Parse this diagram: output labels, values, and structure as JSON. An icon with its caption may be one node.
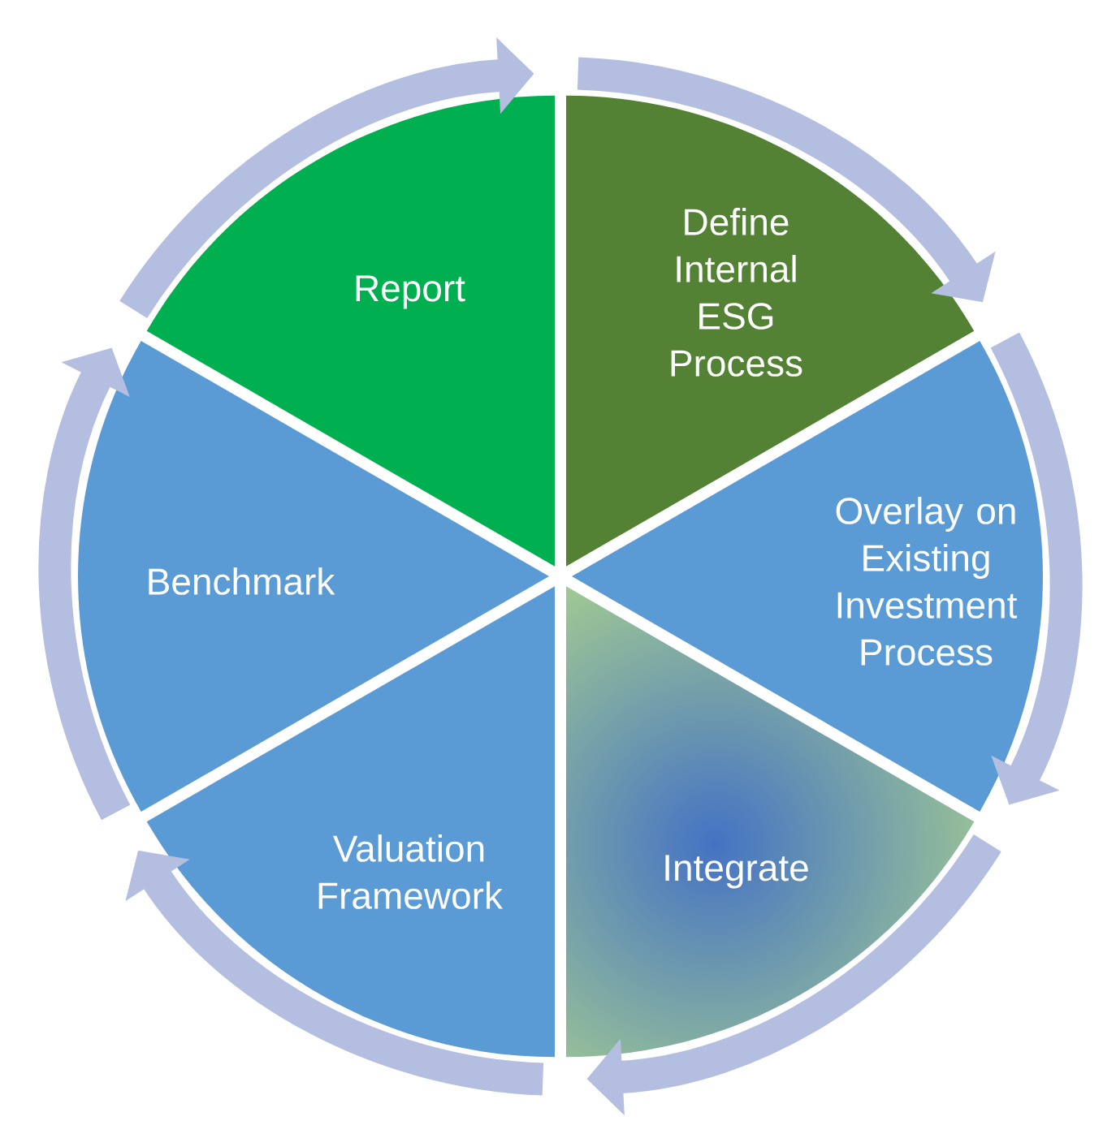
{
  "diagram": {
    "nodes": [
      {
        "text": [
          "Define Internal ESG Process"
        ]
      },
      {
        "text": [
          "Overlay on Existing Investment Process"
        ]
      },
      {
        "text": [
          "Integrate"
        ]
      },
      {
        "text": [
          "Valuation Framework"
        ]
      },
      {
        "text": [
          "Benchmark"
        ]
      },
      {
        "text": [
          "Report"
        ]
      }
    ]
  }
}
